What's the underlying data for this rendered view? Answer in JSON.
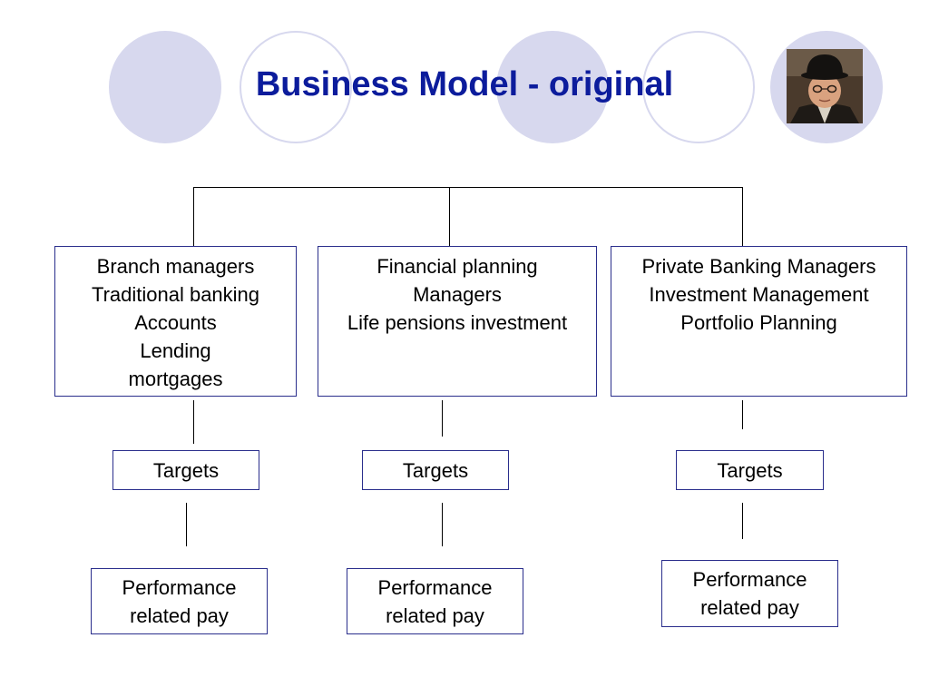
{
  "slide": {
    "title": "Business Model - original"
  },
  "branches": [
    {
      "role_lines": [
        "Branch managers",
        "Traditional banking",
        "Accounts",
        "Lending",
        "mortgages"
      ],
      "targets": "Targets",
      "reward_lines": [
        "Performance",
        "related pay"
      ]
    },
    {
      "role_lines": [
        "Financial planning",
        "Managers",
        "Life pensions investment"
      ],
      "targets": "Targets",
      "reward_lines": [
        "Performance",
        "related pay"
      ]
    },
    {
      "role_lines": [
        "Private Banking Managers",
        "Investment Management",
        "Portfolio Planning"
      ],
      "targets": "Targets",
      "reward_lines": [
        "Performance",
        "related pay"
      ]
    }
  ],
  "colors": {
    "title": "#0c1c9c",
    "circle_fill": "#d7d8ee",
    "box_border": "#2a2e8c"
  },
  "icons": {
    "portrait": "man-in-bowler-hat-photo"
  }
}
